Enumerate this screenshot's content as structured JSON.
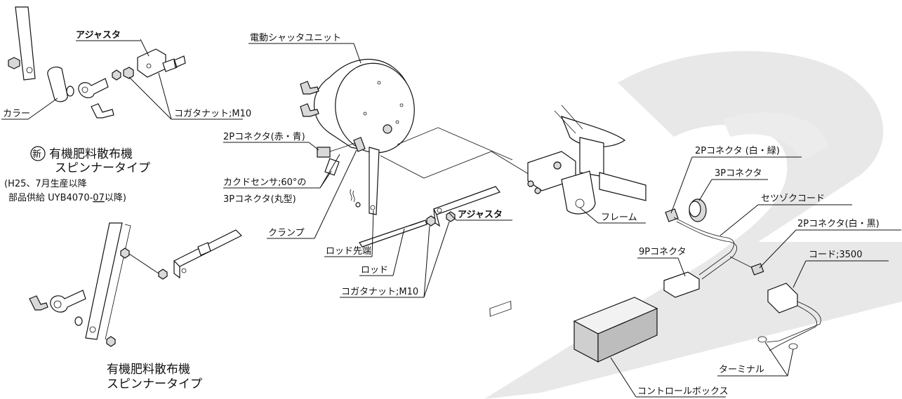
{
  "watermark_colors": {
    "shape": "#e6e6e6"
  },
  "upper_section": {
    "adjuster_top": "アジャスタ",
    "collar": "カラー",
    "nut_top": "コガタナット;M10",
    "caption": {
      "badge": "新",
      "line1": "有機肥料散布機",
      "line2": "スピンナータイプ",
      "line3": "(H25、7月生産以降",
      "line4_prefix": "部品供給 UYB4070-",
      "line4_underlined": "07",
      "line4_suffix": "以降)"
    }
  },
  "lower_section": {
    "caption": {
      "line1": "有機肥料散布機",
      "line2": "スピンナータイプ"
    }
  },
  "shutter_area": {
    "unit": "電動シャッタユニット",
    "connector_2p": "2Pコネクタ(赤・青)",
    "sensor": "カクドセンサ;60°の",
    "connector_3p_round": "3Pコネクタ(丸型)",
    "clamp": "クランプ",
    "rod_tip": "ロッド先端",
    "rod": "ロッド",
    "nut": "コガタナット;M10",
    "adjuster": "アジャスタ",
    "frame": "フレーム"
  },
  "control_area": {
    "connector_2p_white_green": "2Pコネクタ (白・緑)",
    "connector_3p": "3Pコネクタ",
    "connection_cord": "セツゾクコード",
    "connector_2p_white_black": "2Pコネクタ(白・黒)",
    "connector_9p": "9Pコネクタ",
    "cord": "コード;3500",
    "terminal": "ターミナル",
    "control_box": "コントロールボックス"
  }
}
